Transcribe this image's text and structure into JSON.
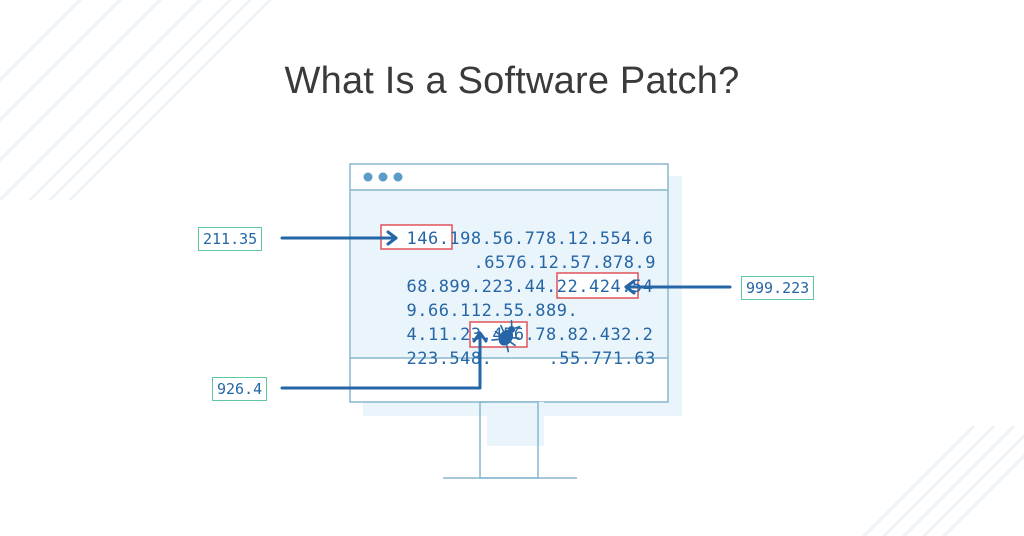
{
  "title": "What Is a Software Patch?",
  "colors": {
    "accent_blue": "#2566a6",
    "frame_blue": "#87b7cf",
    "screen_fill": "#eaf4fb",
    "highlight_red": "#e0525b",
    "callout_border": "#5cc9a0",
    "title_text": "#3a3a3a"
  },
  "code_lines": [
    {
      "before": "146.198.56.778.12.554.6",
      "after": ""
    },
    {
      "before": "",
      "after": ".6576.12.57.878.9"
    },
    {
      "before": "68.899.223.44.22.424.54",
      "after": ""
    },
    {
      "before": "9.66.112.55.889.",
      "after": ""
    },
    {
      "before": "4.11.23.456.78.82.432.2",
      "after": ""
    },
    {
      "before": "223.548.",
      "after": ".55.771.63"
    }
  ],
  "callouts": {
    "left_top": "211.35",
    "right": "999.223",
    "left_bottom": "926.4"
  },
  "icons": {
    "window_dots": "window-dots-icon",
    "bug": "bug-icon",
    "arrow": "arrow-right-icon"
  }
}
